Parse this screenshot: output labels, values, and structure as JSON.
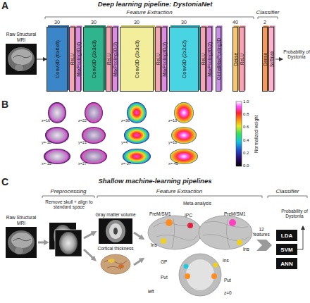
{
  "diagram": {
    "nodes": [
      {
        "text": [
          "Raw Structural MRI"
        ]
      },
      {
        "text": [
          "Conv3D (6x6x6)"
        ]
      },
      {
        "text": [
          "ReLU"
        ]
      },
      {
        "text": [
          "MaxPooling3D(4)"
        ]
      },
      {
        "text": [
          "Conv3D (3x3x3)"
        ]
      },
      {
        "text": [
          "ReLU"
        ]
      },
      {
        "text": [
          "MaxPooling3D(3)"
        ]
      },
      {
        "text": [
          "Conv3D (3x3x3)"
        ]
      },
      {
        "text": [
          "ReLU"
        ]
      },
      {
        "text": [
          "MaxPooling3D(3)"
        ]
      },
      {
        "text": [
          "Conv3D (2x2x2)"
        ]
      },
      {
        "text": [
          "ReLU"
        ]
      },
      {
        "text": [
          "MaxPooling3D(2)"
        ]
      },
      {
        "text": [
          "GlobalMaxPooling3D"
        ]
      },
      {
        "text": [
          "Dense"
        ]
      },
      {
        "text": [
          "ReLU"
        ]
      },
      {
        "text": [
          "Dense"
        ]
      },
      {
        "text": [
          "Softmax"
        ]
      },
      {
        "text": [
          "Raw Structural MRI"
        ]
      },
      {
        "text": [
          "Gray matter volume"
        ]
      },
      {
        "text": [
          "Cortical thickness"
        ]
      },
      {
        "text": [
          "LDA"
        ]
      },
      {
        "text": [
          "SVM"
        ]
      },
      {
        "text": [
          "ANN"
        ]
      }
    ],
    "edges": [
      {
        "from": 0,
        "to": 1,
        "arrow": "to"
      }
    ],
    "labels": [
      "A",
      "Deep learning pipeline: DystoniaNet",
      "Feature Extraction",
      "Classifier",
      "30",
      "30",
      "30",
      "30",
      "40",
      "2",
      "Probability of Dystonia",
      "B",
      "z=16",
      "z=22",
      "z=36",
      "z=13",
      "y=-18",
      "y=21",
      "y=4",
      "y=10",
      "x=-15",
      "x=27",
      "x=-37",
      "x=-45",
      "1.0",
      "0.8",
      "0.6",
      "0.4",
      "0.2",
      "0.0",
      "Normalized weight",
      "C",
      "Shallow machine-learning pipelines",
      "Preprocessing",
      "Feature Extraction",
      "Classifier",
      "Remove skull + align to standard space",
      "Meta-analysis",
      "PreM/SM1",
      "IPC",
      "PreM/SM1",
      "Ins",
      "GP",
      "Ins",
      "Ins",
      "Put",
      "Put",
      "left",
      "z=0",
      "12 features",
      "Probability of Dystonia"
    ]
  }
}
